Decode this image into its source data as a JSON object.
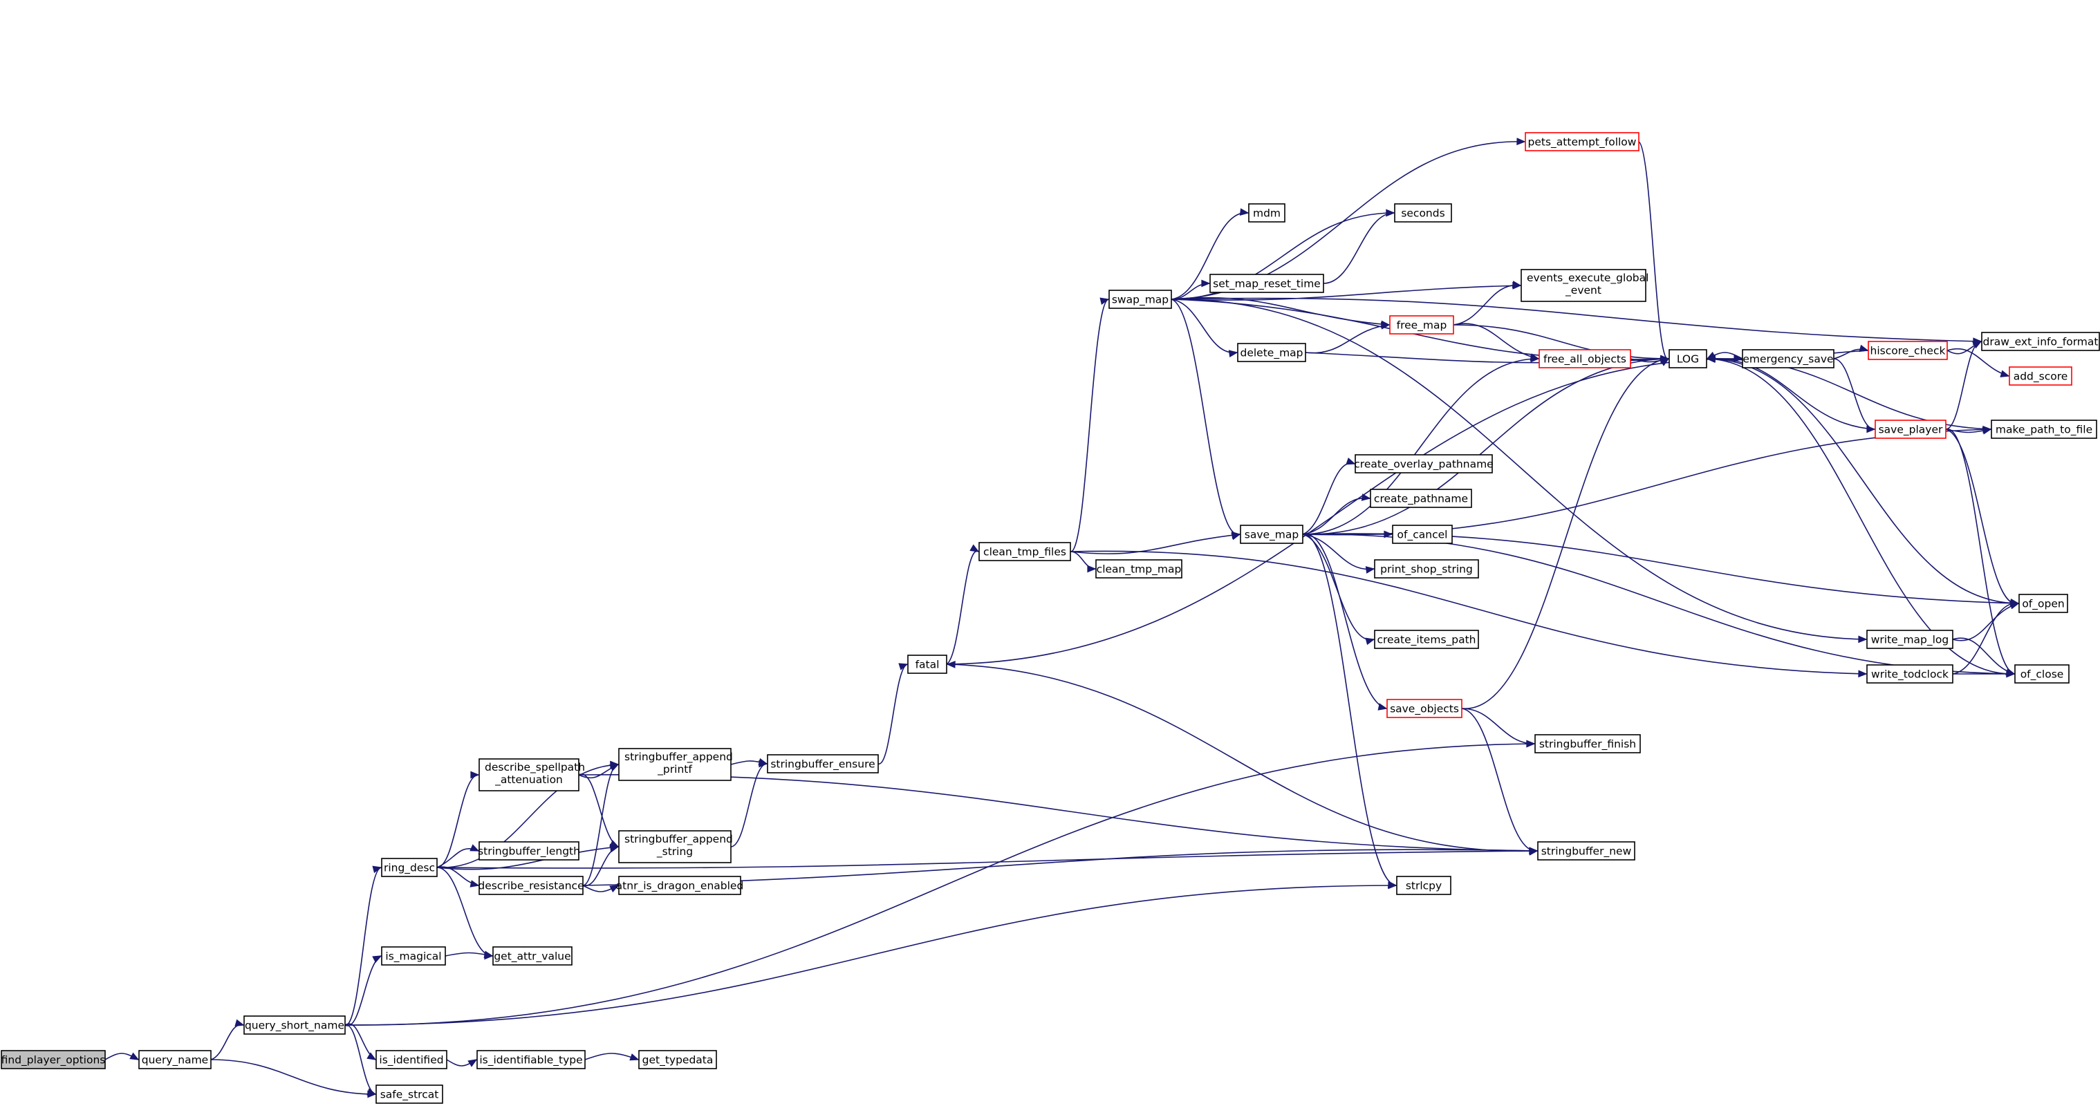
{
  "diagram": {
    "type": "call-graph",
    "colors": {
      "edge": "#191970",
      "node_border": "#000000",
      "truncated_node_border": "#ff0000",
      "root_node_fill": "#bfbfbf",
      "background": "#ffffff"
    },
    "nodes": [
      {
        "id": "find_player_options",
        "lines": [
          "find_player_options"
        ],
        "root": true
      },
      {
        "id": "query_name",
        "lines": [
          "query_name"
        ]
      },
      {
        "id": "query_short_name",
        "lines": [
          "query_short_name"
        ]
      },
      {
        "id": "safe_strcat",
        "lines": [
          "safe_strcat"
        ]
      },
      {
        "id": "ring_desc",
        "lines": [
          "ring_desc"
        ]
      },
      {
        "id": "is_magical",
        "lines": [
          "is_magical"
        ]
      },
      {
        "id": "is_identified",
        "lines": [
          "is_identified"
        ]
      },
      {
        "id": "is_identifiable_type",
        "lines": [
          "is_identifiable_type"
        ]
      },
      {
        "id": "get_typedata",
        "lines": [
          "get_typedata"
        ]
      },
      {
        "id": "get_attr_value",
        "lines": [
          "get_attr_value"
        ]
      },
      {
        "id": "describe_spellpath_attenuation",
        "lines": [
          "describe_spellpath",
          "_attenuation"
        ]
      },
      {
        "id": "stringbuffer_length",
        "lines": [
          "stringbuffer_length"
        ]
      },
      {
        "id": "describe_resistance",
        "lines": [
          "describe_resistance"
        ]
      },
      {
        "id": "stringbuffer_append_printf",
        "lines": [
          "stringbuffer_append",
          "_printf"
        ]
      },
      {
        "id": "stringbuffer_append_string",
        "lines": [
          "stringbuffer_append",
          "_string"
        ]
      },
      {
        "id": "atnr_is_dragon_enabled",
        "lines": [
          "atnr_is_dragon_enabled"
        ]
      },
      {
        "id": "stringbuffer_ensure",
        "lines": [
          "stringbuffer_ensure"
        ]
      },
      {
        "id": "fatal",
        "lines": [
          "fatal"
        ]
      },
      {
        "id": "clean_tmp_files",
        "lines": [
          "clean_tmp_files"
        ]
      },
      {
        "id": "clean_tmp_map",
        "lines": [
          "clean_tmp_map"
        ]
      },
      {
        "id": "swap_map",
        "lines": [
          "swap_map"
        ]
      },
      {
        "id": "mdm",
        "lines": [
          "mdm"
        ]
      },
      {
        "id": "set_map_reset_time",
        "lines": [
          "set_map_reset_time"
        ]
      },
      {
        "id": "delete_map",
        "lines": [
          "delete_map"
        ]
      },
      {
        "id": "save_map",
        "lines": [
          "save_map"
        ]
      },
      {
        "id": "free_map",
        "lines": [
          "free_map"
        ],
        "truncated": true
      },
      {
        "id": "pets_attempt_follow",
        "lines": [
          "pets_attempt_follow"
        ],
        "truncated": true
      },
      {
        "id": "seconds",
        "lines": [
          "seconds"
        ]
      },
      {
        "id": "events_execute_global_event",
        "lines": [
          "events_execute_global",
          "_event"
        ]
      },
      {
        "id": "free_all_objects",
        "lines": [
          "free_all_objects"
        ],
        "truncated": true
      },
      {
        "id": "create_overlay_pathname",
        "lines": [
          "create_overlay_pathname"
        ]
      },
      {
        "id": "create_pathname",
        "lines": [
          "create_pathname"
        ]
      },
      {
        "id": "of_cancel",
        "lines": [
          "of_cancel"
        ]
      },
      {
        "id": "print_shop_string",
        "lines": [
          "print_shop_string"
        ]
      },
      {
        "id": "create_items_path",
        "lines": [
          "create_items_path"
        ]
      },
      {
        "id": "save_objects",
        "lines": [
          "save_objects"
        ],
        "truncated": true
      },
      {
        "id": "strlcpy",
        "lines": [
          "strlcpy"
        ]
      },
      {
        "id": "stringbuffer_finish",
        "lines": [
          "stringbuffer_finish"
        ]
      },
      {
        "id": "stringbuffer_new",
        "lines": [
          "stringbuffer_new"
        ]
      },
      {
        "id": "LOG",
        "lines": [
          "LOG"
        ]
      },
      {
        "id": "emergency_save",
        "lines": [
          "emergency_save"
        ]
      },
      {
        "id": "hiscore_check",
        "lines": [
          "hiscore_check"
        ],
        "truncated": true
      },
      {
        "id": "save_player",
        "lines": [
          "save_player"
        ],
        "truncated": true
      },
      {
        "id": "write_map_log",
        "lines": [
          "write_map_log"
        ]
      },
      {
        "id": "write_todclock",
        "lines": [
          "write_todclock"
        ]
      },
      {
        "id": "draw_ext_info_format",
        "lines": [
          "draw_ext_info_format"
        ]
      },
      {
        "id": "add_score",
        "lines": [
          "add_score"
        ],
        "truncated": true
      },
      {
        "id": "make_path_to_file",
        "lines": [
          "make_path_to_file"
        ]
      },
      {
        "id": "of_open",
        "lines": [
          "of_open"
        ]
      },
      {
        "id": "of_close",
        "lines": [
          "of_close"
        ]
      }
    ],
    "edges": [
      {
        "from": "find_player_options",
        "to": "query_name"
      },
      {
        "from": "query_name",
        "to": "query_short_name"
      },
      {
        "from": "query_name",
        "to": "safe_strcat"
      },
      {
        "from": "query_short_name",
        "to": "ring_desc"
      },
      {
        "from": "query_short_name",
        "to": "is_magical"
      },
      {
        "from": "query_short_name",
        "to": "is_identified"
      },
      {
        "from": "query_short_name",
        "to": "safe_strcat"
      },
      {
        "from": "query_short_name",
        "to": "strlcpy"
      },
      {
        "from": "query_short_name",
        "to": "stringbuffer_finish"
      },
      {
        "from": "is_identified",
        "to": "is_identifiable_type"
      },
      {
        "from": "is_identifiable_type",
        "to": "get_typedata"
      },
      {
        "from": "is_magical",
        "to": "get_attr_value"
      },
      {
        "from": "ring_desc",
        "to": "describe_spellpath_attenuation"
      },
      {
        "from": "ring_desc",
        "to": "stringbuffer_append_printf"
      },
      {
        "from": "ring_desc",
        "to": "stringbuffer_append_string"
      },
      {
        "from": "ring_desc",
        "to": "stringbuffer_length"
      },
      {
        "from": "ring_desc",
        "to": "describe_resistance"
      },
      {
        "from": "ring_desc",
        "to": "get_attr_value"
      },
      {
        "from": "ring_desc",
        "to": "stringbuffer_new"
      },
      {
        "from": "describe_spellpath_attenuation",
        "to": "stringbuffer_append_printf"
      },
      {
        "from": "describe_spellpath_attenuation",
        "to": "stringbuffer_append_string"
      },
      {
        "from": "describe_spellpath_attenuation",
        "to": "stringbuffer_new"
      },
      {
        "from": "describe_resistance",
        "to": "stringbuffer_append_printf"
      },
      {
        "from": "describe_resistance",
        "to": "stringbuffer_append_string"
      },
      {
        "from": "describe_resistance",
        "to": "atnr_is_dragon_enabled"
      },
      {
        "from": "describe_resistance",
        "to": "stringbuffer_new"
      },
      {
        "from": "stringbuffer_append_printf",
        "to": "stringbuffer_ensure"
      },
      {
        "from": "stringbuffer_append_string",
        "to": "stringbuffer_ensure"
      },
      {
        "from": "stringbuffer_ensure",
        "to": "fatal"
      },
      {
        "from": "stringbuffer_new",
        "to": "fatal"
      },
      {
        "from": "fatal",
        "to": "clean_tmp_files"
      },
      {
        "from": "fatal",
        "to": "emergency_save"
      },
      {
        "from": "clean_tmp_files",
        "to": "clean_tmp_map"
      },
      {
        "from": "clean_tmp_files",
        "to": "swap_map"
      },
      {
        "from": "clean_tmp_files",
        "to": "save_map"
      },
      {
        "from": "clean_tmp_files",
        "to": "write_todclock"
      },
      {
        "from": "swap_map",
        "to": "mdm"
      },
      {
        "from": "swap_map",
        "to": "set_map_reset_time"
      },
      {
        "from": "swap_map",
        "to": "delete_map"
      },
      {
        "from": "swap_map",
        "to": "save_map"
      },
      {
        "from": "swap_map",
        "to": "free_map"
      },
      {
        "from": "swap_map",
        "to": "pets_attempt_follow"
      },
      {
        "from": "swap_map",
        "to": "seconds"
      },
      {
        "from": "swap_map",
        "to": "events_execute_global_event"
      },
      {
        "from": "swap_map",
        "to": "LOG"
      },
      {
        "from": "swap_map",
        "to": "draw_ext_info_format"
      },
      {
        "from": "swap_map",
        "to": "write_map_log"
      },
      {
        "from": "set_map_reset_time",
        "to": "seconds"
      },
      {
        "from": "delete_map",
        "to": "free_map"
      },
      {
        "from": "delete_map",
        "to": "LOG"
      },
      {
        "from": "free_map",
        "to": "free_all_objects"
      },
      {
        "from": "free_map",
        "to": "events_execute_global_event"
      },
      {
        "from": "free_map",
        "to": "LOG"
      },
      {
        "from": "free_all_objects",
        "to": "LOG"
      },
      {
        "from": "pets_attempt_follow",
        "to": "LOG"
      },
      {
        "from": "save_map",
        "to": "create_overlay_pathname"
      },
      {
        "from": "save_map",
        "to": "create_pathname"
      },
      {
        "from": "save_map",
        "to": "of_cancel"
      },
      {
        "from": "save_map",
        "to": "print_shop_string"
      },
      {
        "from": "save_map",
        "to": "create_items_path"
      },
      {
        "from": "save_map",
        "to": "save_objects"
      },
      {
        "from": "save_map",
        "to": "strlcpy"
      },
      {
        "from": "save_map",
        "to": "free_all_objects"
      },
      {
        "from": "save_map",
        "to": "LOG"
      },
      {
        "from": "save_map",
        "to": "make_path_to_file"
      },
      {
        "from": "save_map",
        "to": "of_open"
      },
      {
        "from": "save_map",
        "to": "of_close"
      },
      {
        "from": "save_objects",
        "to": "stringbuffer_finish"
      },
      {
        "from": "save_objects",
        "to": "stringbuffer_new"
      },
      {
        "from": "save_objects",
        "to": "LOG"
      },
      {
        "from": "emergency_save",
        "to": "LOG"
      },
      {
        "from": "emergency_save",
        "to": "hiscore_check"
      },
      {
        "from": "emergency_save",
        "to": "save_player"
      },
      {
        "from": "hiscore_check",
        "to": "LOG"
      },
      {
        "from": "hiscore_check",
        "to": "draw_ext_info_format"
      },
      {
        "from": "hiscore_check",
        "to": "add_score"
      },
      {
        "from": "save_player",
        "to": "LOG"
      },
      {
        "from": "save_player",
        "to": "draw_ext_info_format"
      },
      {
        "from": "save_player",
        "to": "make_path_to_file"
      },
      {
        "from": "save_player",
        "to": "of_open"
      },
      {
        "from": "save_player",
        "to": "of_close"
      },
      {
        "from": "make_path_to_file",
        "to": "LOG"
      },
      {
        "from": "of_open",
        "to": "LOG"
      },
      {
        "from": "of_close",
        "to": "LOG"
      },
      {
        "from": "write_map_log",
        "to": "of_open"
      },
      {
        "from": "write_map_log",
        "to": "of_close"
      },
      {
        "from": "write_todclock",
        "to": "of_open"
      },
      {
        "from": "write_todclock",
        "to": "of_close"
      }
    ]
  }
}
